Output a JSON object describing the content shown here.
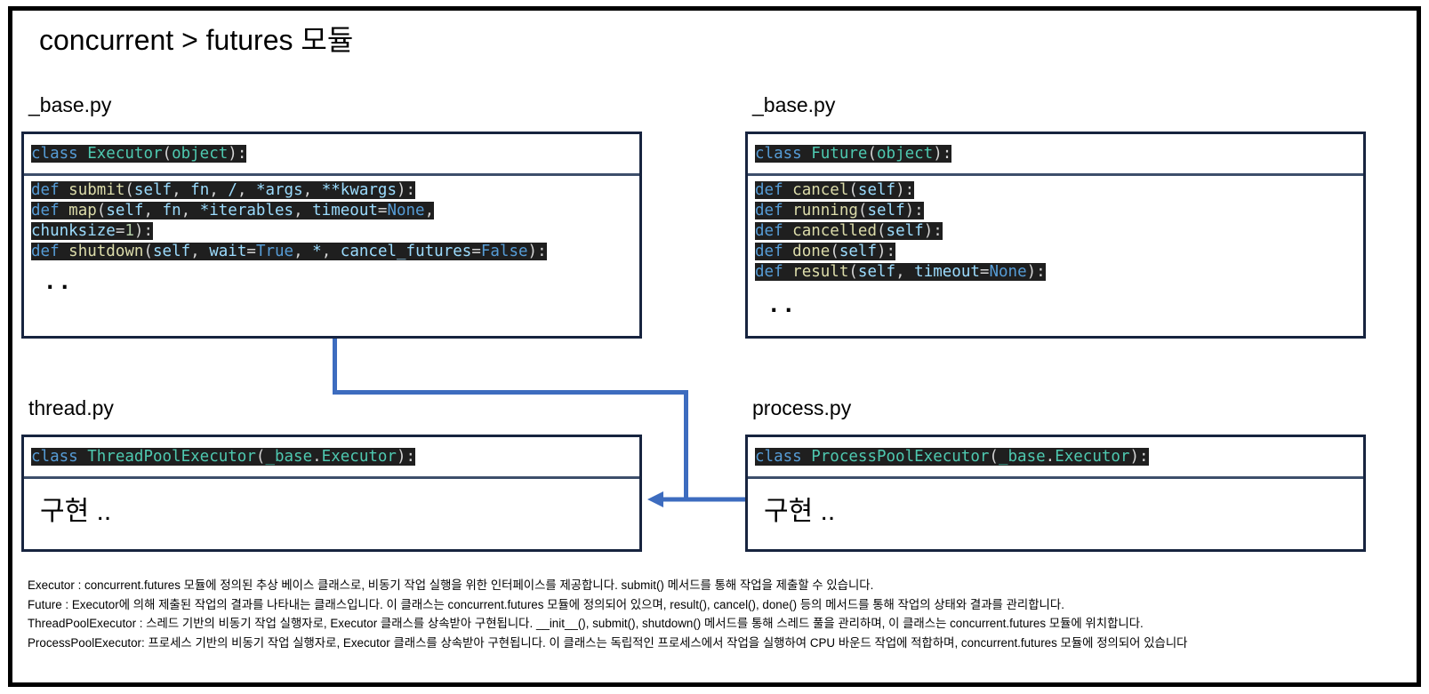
{
  "slide": {
    "title": "concurrent > futures 모듈"
  },
  "boxes": {
    "executor": {
      "file_label": "_base.py",
      "header": [
        {
          "t": "class",
          "c": "kw"
        },
        {
          "t": " ",
          "c": "plain"
        },
        {
          "t": "Executor",
          "c": "cls"
        },
        {
          "t": "(",
          "c": "punct"
        },
        {
          "t": "object",
          "c": "cls"
        },
        {
          "t": "):",
          "c": "punct"
        }
      ],
      "lines": [
        [
          {
            "t": "def",
            "c": "kw"
          },
          {
            "t": " ",
            "c": "plain"
          },
          {
            "t": "submit",
            "c": "fn"
          },
          {
            "t": "(",
            "c": "punct"
          },
          {
            "t": "self",
            "c": "var"
          },
          {
            "t": ", ",
            "c": "punct"
          },
          {
            "t": "fn",
            "c": "var"
          },
          {
            "t": ", ",
            "c": "punct"
          },
          {
            "t": "/",
            "c": "var"
          },
          {
            "t": ", ",
            "c": "punct"
          },
          {
            "t": "*args",
            "c": "var"
          },
          {
            "t": ", ",
            "c": "punct"
          },
          {
            "t": "**kwargs",
            "c": "var"
          },
          {
            "t": "):",
            "c": "punct"
          }
        ],
        [
          {
            "t": "def",
            "c": "kw"
          },
          {
            "t": " ",
            "c": "plain"
          },
          {
            "t": "map",
            "c": "fn"
          },
          {
            "t": "(",
            "c": "punct"
          },
          {
            "t": "self",
            "c": "var"
          },
          {
            "t": ", ",
            "c": "punct"
          },
          {
            "t": "fn",
            "c": "var"
          },
          {
            "t": ", ",
            "c": "punct"
          },
          {
            "t": "*iterables",
            "c": "var"
          },
          {
            "t": ", ",
            "c": "punct"
          },
          {
            "t": "timeout",
            "c": "var"
          },
          {
            "t": "=",
            "c": "op"
          },
          {
            "t": "None",
            "c": "const"
          },
          {
            "t": ",",
            "c": "punct"
          }
        ],
        [
          {
            "t": "chunksize",
            "c": "var"
          },
          {
            "t": "=",
            "c": "op"
          },
          {
            "t": "1",
            "c": "num"
          },
          {
            "t": "):",
            "c": "punct"
          }
        ],
        [
          {
            "t": "def",
            "c": "kw"
          },
          {
            "t": " ",
            "c": "plain"
          },
          {
            "t": "shutdown",
            "c": "fn"
          },
          {
            "t": "(",
            "c": "punct"
          },
          {
            "t": "self",
            "c": "var"
          },
          {
            "t": ", ",
            "c": "punct"
          },
          {
            "t": "wait",
            "c": "var"
          },
          {
            "t": "=",
            "c": "op"
          },
          {
            "t": "True",
            "c": "const"
          },
          {
            "t": ", ",
            "c": "punct"
          },
          {
            "t": "*",
            "c": "var"
          },
          {
            "t": ", ",
            "c": "punct"
          },
          {
            "t": "cancel_futures",
            "c": "var"
          },
          {
            "t": "=",
            "c": "op"
          },
          {
            "t": "False",
            "c": "const"
          },
          {
            "t": "):",
            "c": "punct"
          }
        ]
      ],
      "ellipsis": ".."
    },
    "future": {
      "file_label": "_base.py",
      "header": [
        {
          "t": "class",
          "c": "kw"
        },
        {
          "t": " ",
          "c": "plain"
        },
        {
          "t": "Future",
          "c": "cls"
        },
        {
          "t": "(",
          "c": "punct"
        },
        {
          "t": "object",
          "c": "cls"
        },
        {
          "t": "):",
          "c": "punct"
        }
      ],
      "lines": [
        [
          {
            "t": "def",
            "c": "kw"
          },
          {
            "t": " ",
            "c": "plain"
          },
          {
            "t": "cancel",
            "c": "fn"
          },
          {
            "t": "(",
            "c": "punct"
          },
          {
            "t": "self",
            "c": "var"
          },
          {
            "t": "):",
            "c": "punct"
          }
        ],
        [
          {
            "t": "def",
            "c": "kw"
          },
          {
            "t": " ",
            "c": "plain"
          },
          {
            "t": "running",
            "c": "fn"
          },
          {
            "t": "(",
            "c": "punct"
          },
          {
            "t": "self",
            "c": "var"
          },
          {
            "t": "):",
            "c": "punct"
          }
        ],
        [
          {
            "t": "def",
            "c": "kw"
          },
          {
            "t": " ",
            "c": "plain"
          },
          {
            "t": "cancelled",
            "c": "fn"
          },
          {
            "t": "(",
            "c": "punct"
          },
          {
            "t": "self",
            "c": "var"
          },
          {
            "t": "):",
            "c": "punct"
          }
        ],
        [
          {
            "t": "def",
            "c": "kw"
          },
          {
            "t": " ",
            "c": "plain"
          },
          {
            "t": "done",
            "c": "fn"
          },
          {
            "t": "(",
            "c": "punct"
          },
          {
            "t": "self",
            "c": "var"
          },
          {
            "t": "):",
            "c": "punct"
          }
        ],
        [
          {
            "t": "def",
            "c": "kw"
          },
          {
            "t": " ",
            "c": "plain"
          },
          {
            "t": "result",
            "c": "fn"
          },
          {
            "t": "(",
            "c": "punct"
          },
          {
            "t": "self",
            "c": "var"
          },
          {
            "t": ", ",
            "c": "punct"
          },
          {
            "t": "timeout",
            "c": "var"
          },
          {
            "t": "=",
            "c": "op"
          },
          {
            "t": "None",
            "c": "const"
          },
          {
            "t": "):",
            "c": "punct"
          }
        ]
      ],
      "ellipsis": ".."
    },
    "thread": {
      "file_label": "thread.py",
      "header": [
        {
          "t": "class",
          "c": "kw"
        },
        {
          "t": " ",
          "c": "plain"
        },
        {
          "t": "ThreadPoolExecutor",
          "c": "cls"
        },
        {
          "t": "(",
          "c": "punct"
        },
        {
          "t": "_base",
          "c": "cls"
        },
        {
          "t": ".",
          "c": "punct"
        },
        {
          "t": "Executor",
          "c": "cls"
        },
        {
          "t": "):",
          "c": "punct"
        }
      ],
      "body_text": "구현 .."
    },
    "process": {
      "file_label": "process.py",
      "header": [
        {
          "t": "class",
          "c": "kw"
        },
        {
          "t": " ",
          "c": "plain"
        },
        {
          "t": "ProcessPoolExecutor",
          "c": "cls"
        },
        {
          "t": "(",
          "c": "punct"
        },
        {
          "t": "_base",
          "c": "cls"
        },
        {
          "t": ".",
          "c": "punct"
        },
        {
          "t": "Executor",
          "c": "cls"
        },
        {
          "t": "):",
          "c": "punct"
        }
      ],
      "body_text": "구현 .."
    }
  },
  "descriptions": [
    "Executor : concurrent.futures 모듈에 정의된 추상 베이스 클래스로, 비동기 작업 실행을 위한 인터페이스를 제공합니다. submit() 메서드를 통해 작업을 제출할 수 있습니다.",
    "Future : Executor에 의해 제출된 작업의 결과를 나타내는 클래스입니다. 이 클래스는 concurrent.futures 모듈에 정의되어 있으며, result(), cancel(), done() 등의 메서드를 통해 작업의 상태와 결과를 관리합니다.",
    "ThreadPoolExecutor : 스레드 기반의 비동기 작업 실행자로, Executor 클래스를 상속받아 구현됩니다. __init__(), submit(), shutdown() 메서드를 통해 스레드 풀을 관리하며, 이 클래스는 concurrent.futures 모듈에 위치합니다.",
    "ProcessPoolExecutor: 프로세스 기반의 비동기 작업 실행자로, Executor 클래스를 상속받아 구현됩니다. 이 클래스는 독립적인 프로세스에서 작업을 실행하여 CPU 바운드 작업에 적합하며, concurrent.futures 모듈에 정의되어 있습니다"
  ],
  "colors": {
    "frame": "#000000",
    "box_border": "#17243f",
    "box_divider": "#3d4f6b",
    "connector": "#3d6cbf",
    "code_bg": "#1f1f1f",
    "keyword": "#569cd6",
    "class_name": "#4ec9b0",
    "function_name": "#dcdcaa",
    "variable": "#9cdcfe",
    "number": "#b5cea8",
    "punctuation": "#d4d4d4"
  }
}
